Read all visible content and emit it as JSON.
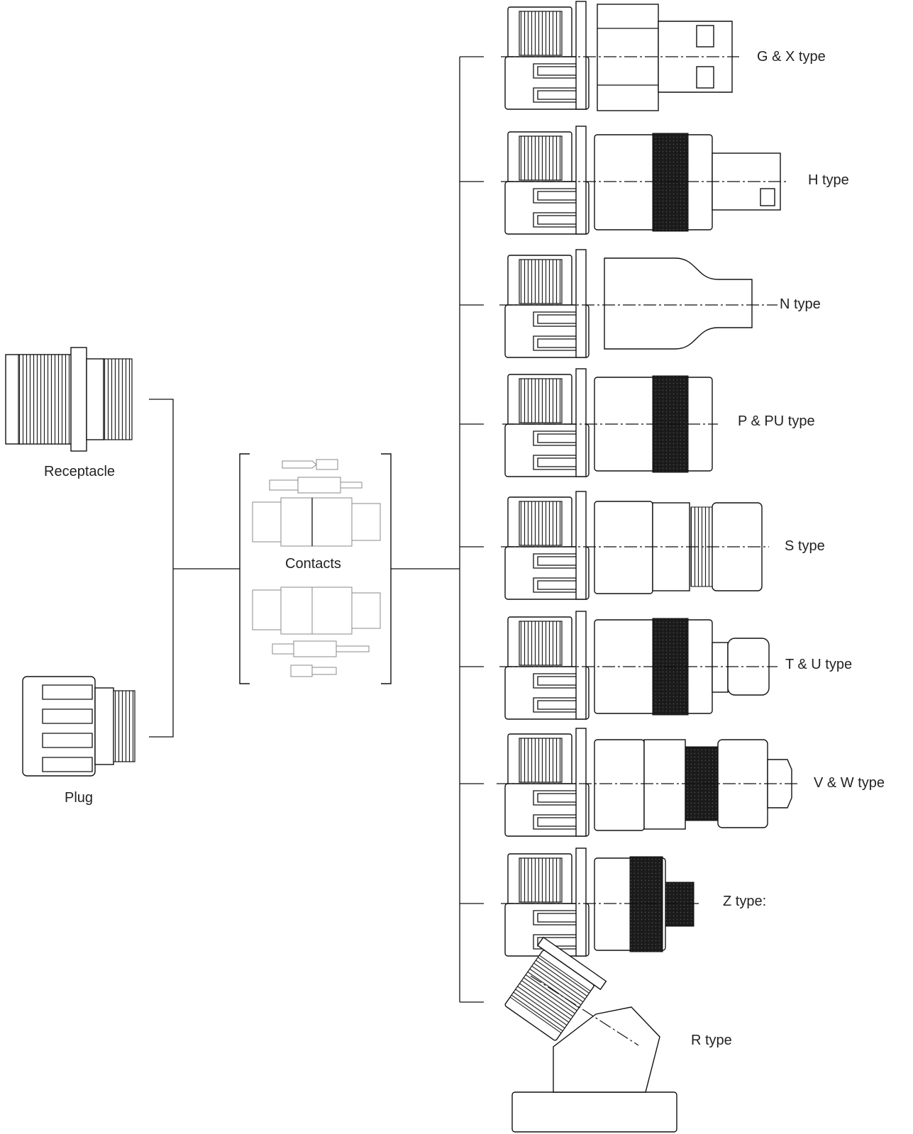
{
  "labels": {
    "receptacle": "Receptacle",
    "plug": "Plug",
    "contacts": "Contacts",
    "types": [
      "G & X type",
      "H type",
      "N type",
      "P & PU type",
      "S type",
      "T & U type",
      "V & W type",
      "Z type:",
      "R type"
    ]
  },
  "icons": {
    "receptacle": "receptacle-connector-drawing",
    "plug": "plug-connector-drawing",
    "contacts": "contacts-set-drawing",
    "types": [
      "g-x-type-connector-drawing",
      "h-type-connector-drawing",
      "n-type-connector-drawing",
      "p-pu-type-connector-drawing",
      "s-type-connector-drawing",
      "t-u-type-connector-drawing",
      "v-w-type-connector-drawing",
      "z-type-connector-drawing",
      "r-type-connector-drawing"
    ]
  }
}
